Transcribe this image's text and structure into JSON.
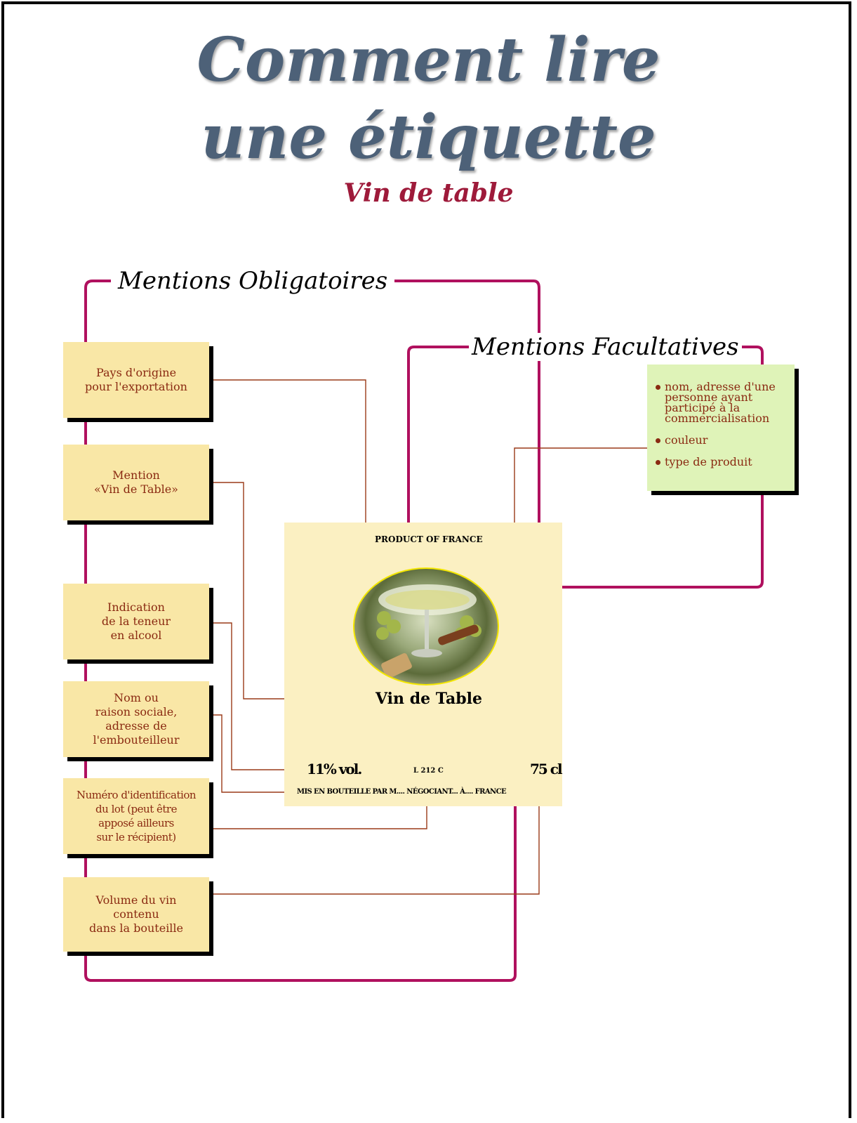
{
  "title": {
    "line1": "Comment lire",
    "line2": "une étiquette"
  },
  "subtitle": "Vin de table",
  "sections": {
    "obligatoires": "Mentions Obligatoires",
    "facultatives": "Mentions Facultatives"
  },
  "mandatory_boxes": [
    {
      "text": "Pays d'origine\npour l'exportation"
    },
    {
      "text": "Mention\n«Vin de Table»"
    },
    {
      "text": "Indication\nde la teneur\nen alcool"
    },
    {
      "text": "Nom ou\nraison sociale,\nadresse de\nl'embouteilleur"
    },
    {
      "text": "Numéro d'identification\ndu lot (peut être\napposé ailleurs\nsur le récipient)"
    },
    {
      "text": "Volume du vin\ncontenu\ndans la bouteille"
    }
  ],
  "optional_items": [
    "nom, adresse d'une personne ayant participé à la commercialisation",
    "couleur",
    "type de produit"
  ],
  "wine_label": {
    "origin": "PRODUCT OF FRANCE",
    "name": "Vin de Table",
    "alcohol": "11% vol.",
    "lot": "L 212 C",
    "volume": "75 cl",
    "bottler": "MIS EN BOUTEILLE PAR M.... NÉGOCIANT... À.... FRANCE"
  },
  "colors": {
    "bracket": "#b0105e",
    "leader": "#9a3a18",
    "box_fill": "#f9e7a6",
    "optional_fill": "#dff3b8",
    "title": "#4d6178",
    "subtitle": "#9e1a3a"
  }
}
